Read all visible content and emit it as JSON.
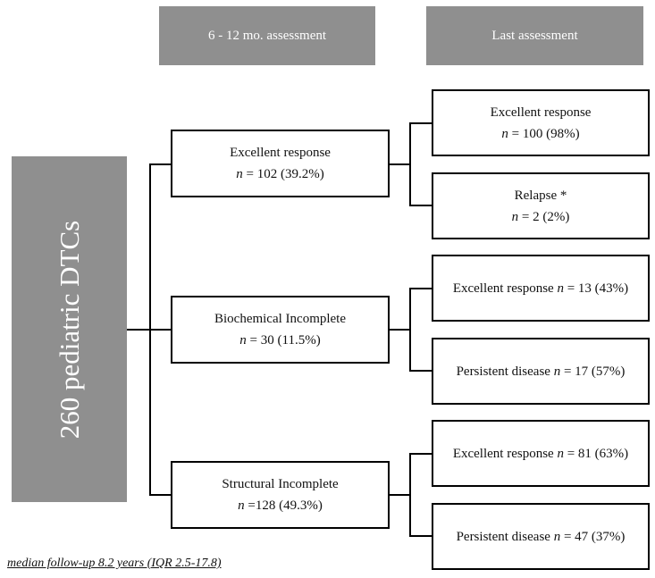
{
  "headers": {
    "first": "6 - 12 mo. assessment",
    "last": "Last assessment"
  },
  "root": {
    "label": "260 pediatric DTCs"
  },
  "n_symbol": "n",
  "middle": {
    "excellent": {
      "title": "Excellent response",
      "value": "= 102 (39.2%)"
    },
    "biochemical": {
      "title": "Biochemical Incomplete",
      "value": "= 30 (11.5%)"
    },
    "structural": {
      "title": "Structural Incomplete",
      "value": "=128 (49.3%)"
    }
  },
  "outcomes": {
    "er_excellent": {
      "title": "Excellent response",
      "value": "= 100 (98%)"
    },
    "er_relapse": {
      "title": "Relapse *",
      "value": "= 2 (2%)"
    },
    "bi_excellent": {
      "title": "Excellent response",
      "value": "= 13 (43%)"
    },
    "bi_persistent": {
      "title": "Persistent disease",
      "value": "= 17 (57%)"
    },
    "si_excellent": {
      "title": "Excellent response",
      "value": "= 81 (63%)"
    },
    "si_persistent": {
      "title": "Persistent disease",
      "value": "= 47 (37%)"
    }
  },
  "footnote": "median follow-up 8.2 years (IQR 2.5-17.8)"
}
